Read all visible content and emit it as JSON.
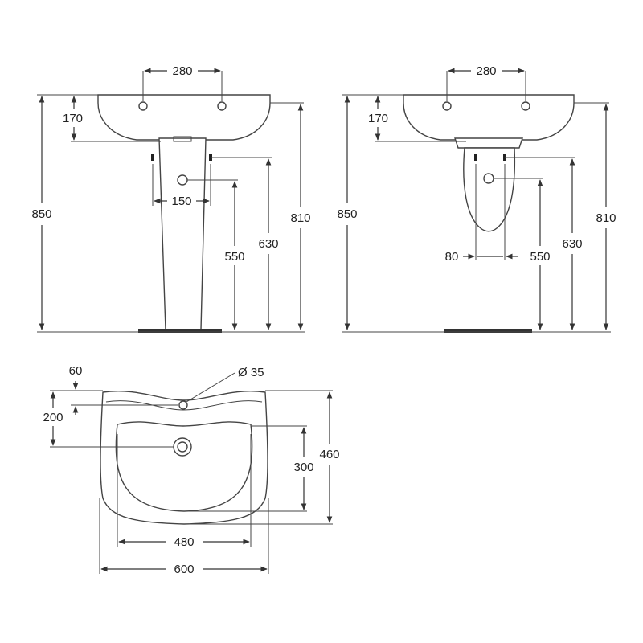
{
  "views": {
    "front_pedestal": {
      "dims": {
        "tap_spacing": "280",
        "bowl_depth": "170",
        "pedestal_width": "150",
        "total_height": "850",
        "rim_height": "810",
        "waste_height": "630",
        "supply_height": "550"
      }
    },
    "front_semi_pedestal": {
      "dims": {
        "tap_spacing": "280",
        "bowl_depth": "170",
        "bracket_width": "80",
        "total_height": "850",
        "rim_height": "810",
        "waste_height": "630",
        "supply_height": "550"
      }
    },
    "top_view": {
      "dims": {
        "hole_offset": "60",
        "drain_offset": "200",
        "hole_diameter": "Ø 35",
        "bowl_width": "480",
        "overall_width": "600",
        "bowl_depth": "300",
        "overall_depth": "460"
      }
    }
  }
}
